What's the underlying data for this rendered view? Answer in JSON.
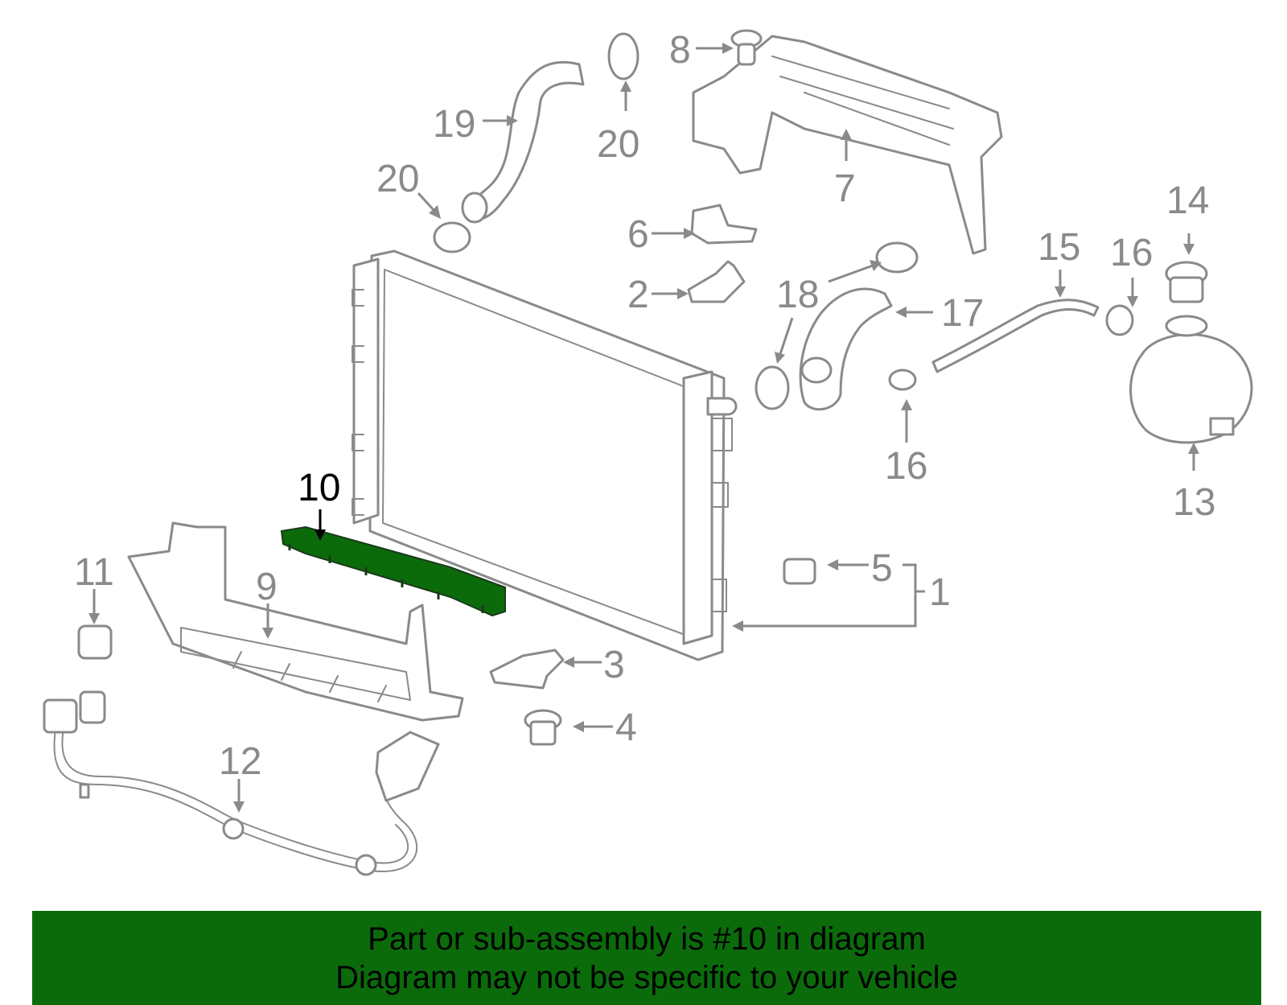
{
  "callouts": {
    "c1": "1",
    "c2": "2",
    "c3": "3",
    "c4": "4",
    "c5": "5",
    "c6": "6",
    "c7": "7",
    "c8": "8",
    "c9": "9",
    "c10": "10",
    "c11": "11",
    "c12": "12",
    "c13": "13",
    "c14": "14",
    "c15": "15",
    "c16a": "16",
    "c16b": "16",
    "c17": "17",
    "c18": "18",
    "c19": "19",
    "c20a": "20",
    "c20b": "20"
  },
  "highlight": {
    "part_number": "10",
    "color": "#0b6b0b"
  },
  "banner": {
    "line1": "Part or sub-assembly is #10 in diagram",
    "line2": "Diagram may not be specific to your vehicle",
    "background": "#0b6b0b"
  }
}
